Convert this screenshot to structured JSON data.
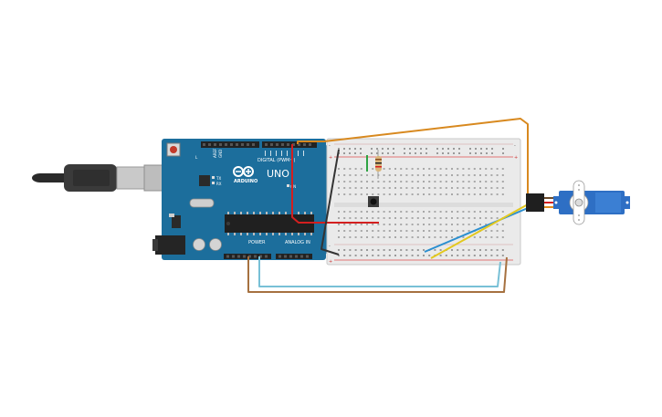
{
  "arduino": {
    "brand": "ARDUINO",
    "model": "UNO",
    "digital_label": "DIGITAL (PWM~)",
    "power_label": "POWER",
    "analog_label": "ANALOG IN",
    "aref": "AREF",
    "gnd": "GND",
    "tx": "TX",
    "rx": "RX",
    "on": "ON",
    "l": "L"
  },
  "breadboard": {
    "plus": "+",
    "minus": "-"
  },
  "colors": {
    "board": "#1c6e9c",
    "board_dark": "#12577d",
    "breadboard": "#eaeaea",
    "wire_orange": "#d8891f",
    "wire_red": "#d31f1f",
    "wire_black": "#333333",
    "wire_blue": "#2b8fd0",
    "wire_yellow": "#e3c81e",
    "wire_brown": "#a67140",
    "wire_cyan": "#78c0d6",
    "wire_green": "#2ea343",
    "servo": "#2e6fc4"
  }
}
